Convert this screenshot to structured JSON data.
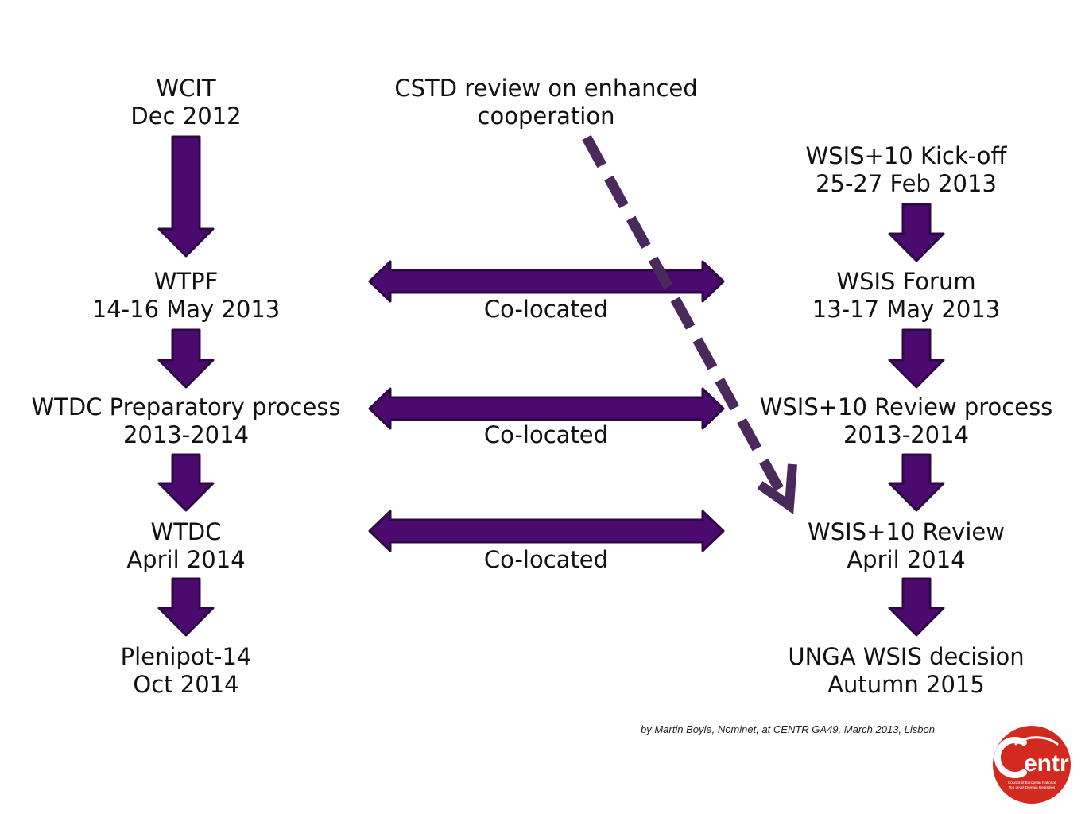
{
  "left_column": [
    {
      "title": "WCIT",
      "date": "Dec 2012"
    },
    {
      "title": "WTPF",
      "date": "14-16 May 2013"
    },
    {
      "title": "WTDC Preparatory process",
      "date": "2013-2014"
    },
    {
      "title": "WTDC",
      "date": "April 2014"
    },
    {
      "title": "Plenipot-14",
      "date": "Oct 2014"
    }
  ],
  "right_column": [
    {
      "title": "WSIS+10 Kick-off",
      "date": "25-27 Feb 2013"
    },
    {
      "title": "WSIS Forum",
      "date": "13-17 May 2013"
    },
    {
      "title": "WSIS+10 Review process",
      "date": "2013-2014"
    },
    {
      "title": "WSIS+10 Review",
      "date": "April 2014"
    },
    {
      "title": "UNGA WSIS decision",
      "date": "Autumn 2015"
    }
  ],
  "center": {
    "cstd_line1": "CSTD review on enhanced",
    "cstd_line2": "cooperation",
    "colocated": [
      "Co-located",
      "Co-located",
      "Co-located"
    ]
  },
  "credit": "by  Martin Boyle, Nominet, at CENTR GA49, March 2013, Lisbon",
  "logo": {
    "wordmark": "Centr",
    "tagline": "Council of European National Top Level Domain Registries"
  },
  "colors": {
    "arrow_fill": "#4b0a6e",
    "arrow_stroke": "#2e0846",
    "dashed_arrow": "#4a2a5c",
    "logo_red": "#d32a1f"
  }
}
